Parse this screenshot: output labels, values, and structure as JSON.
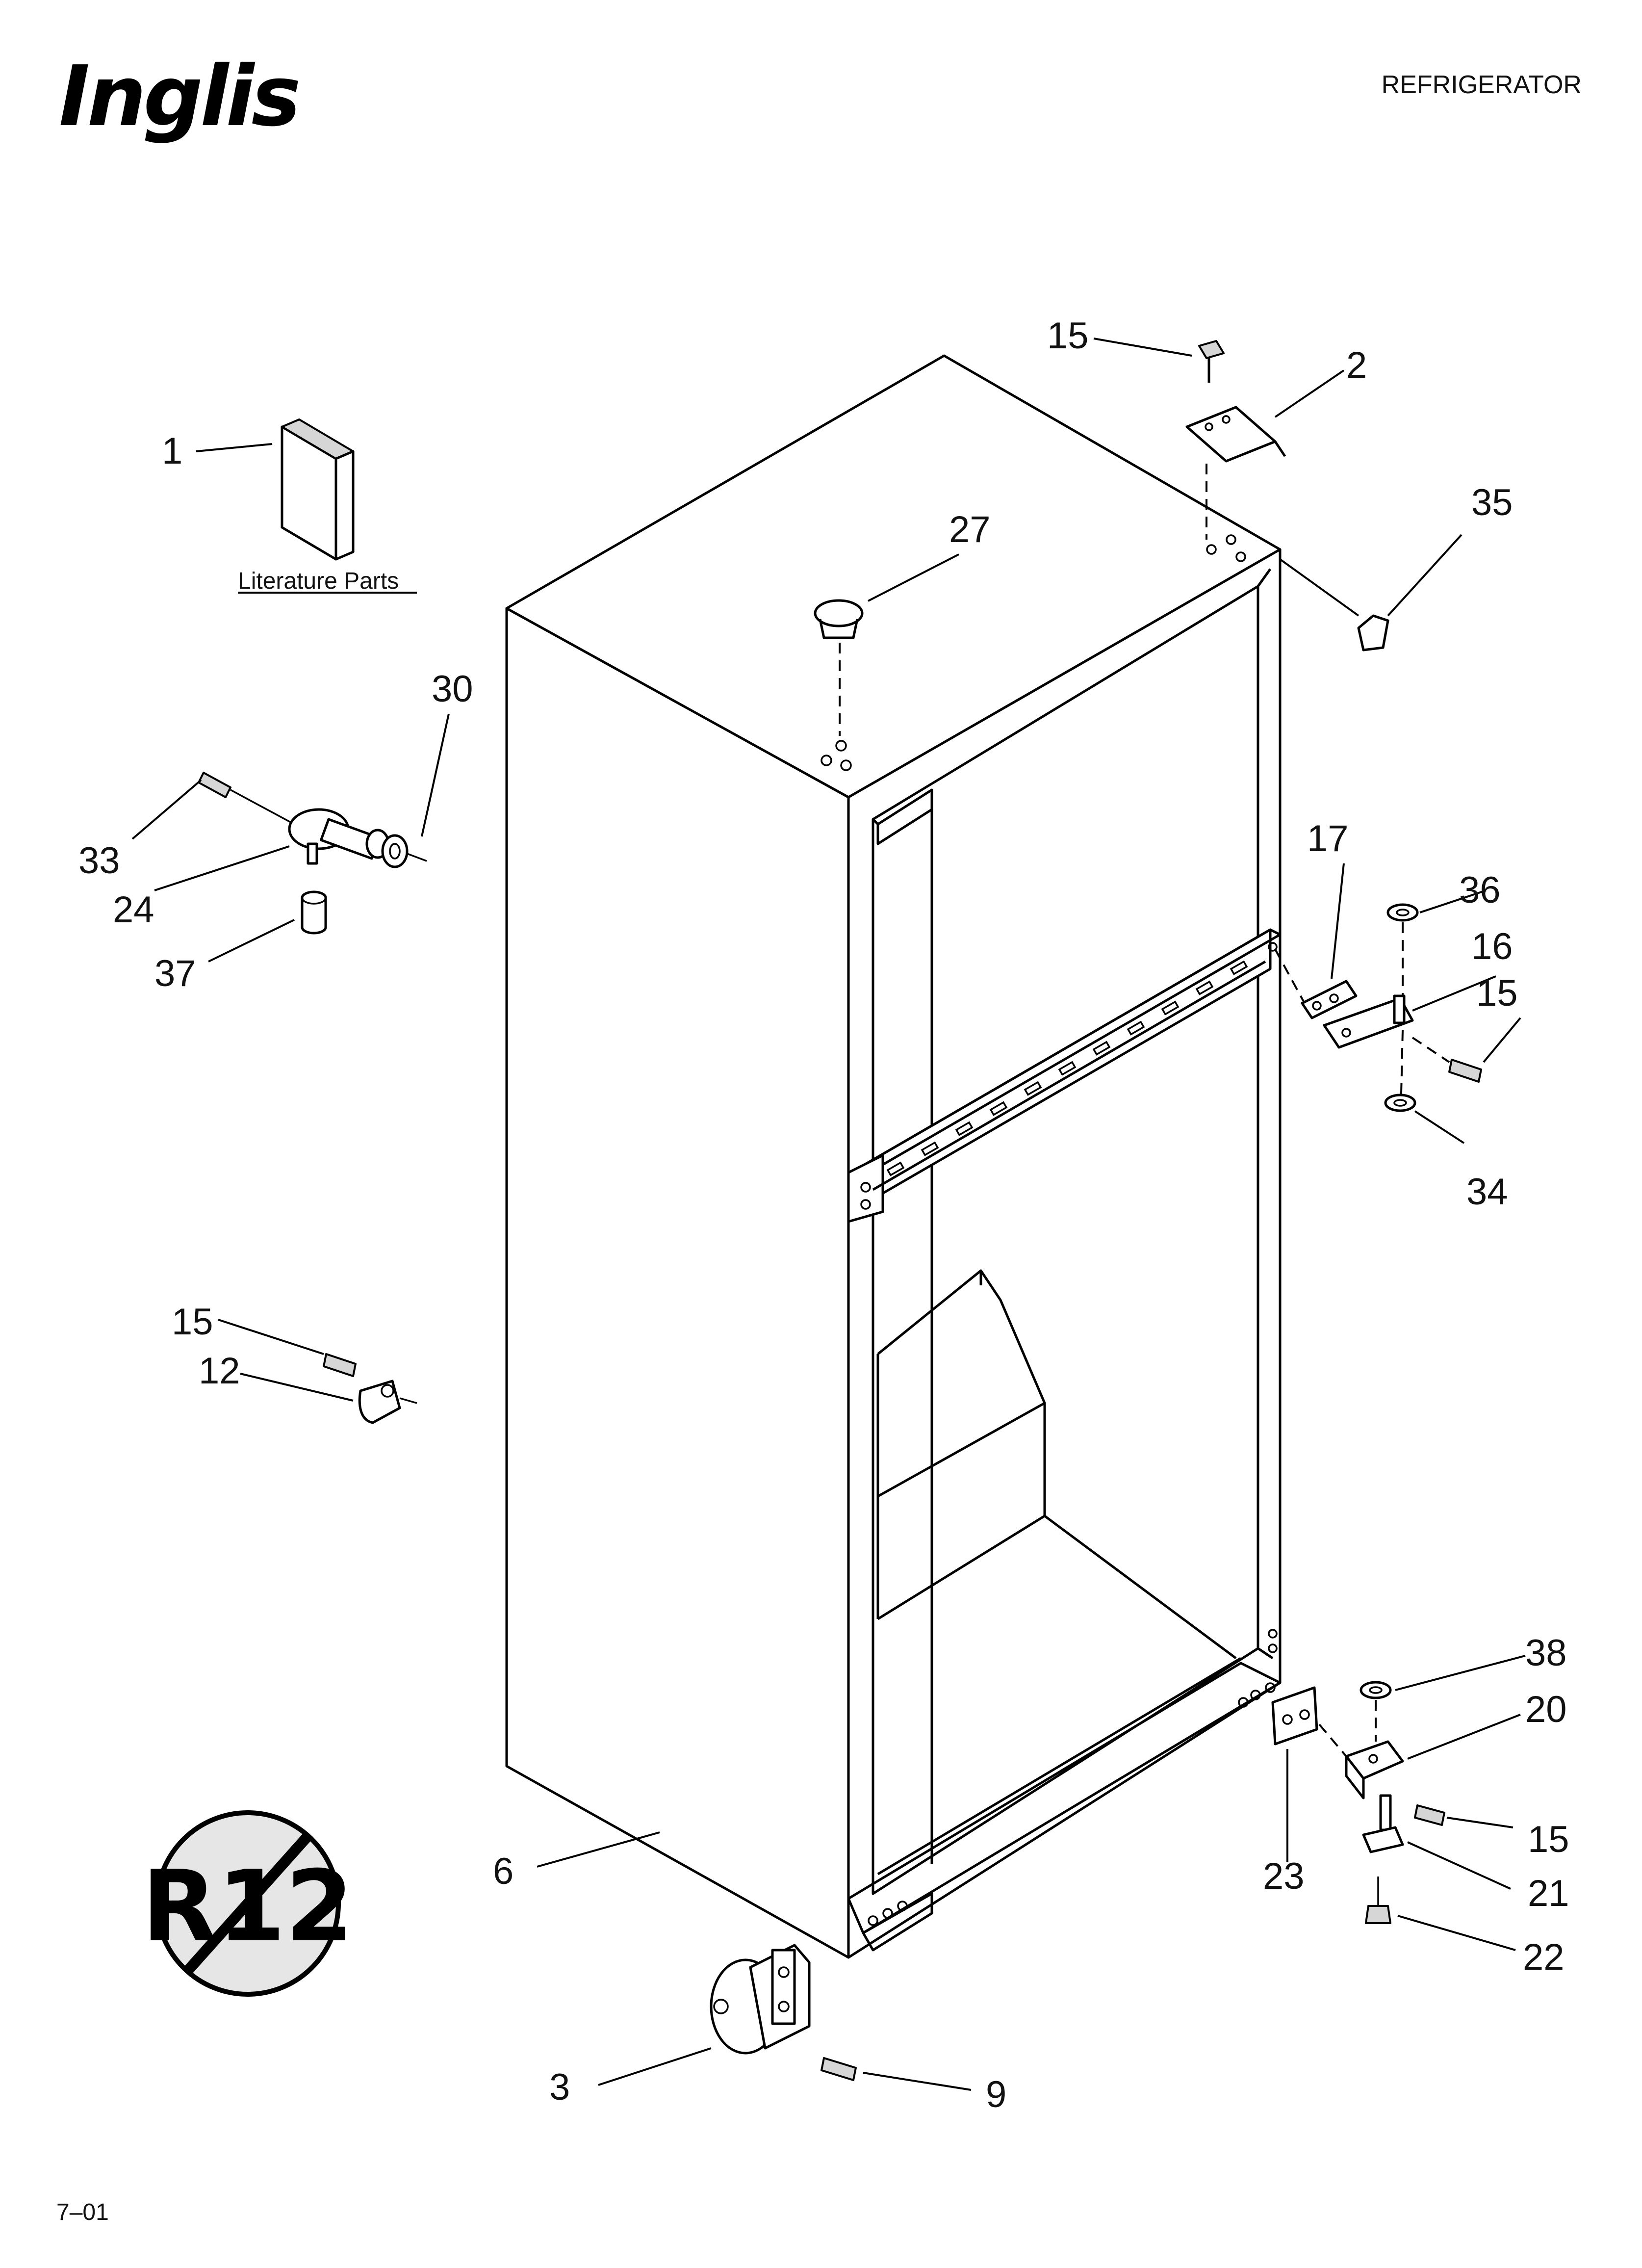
{
  "header": {
    "brand": "Inglis",
    "section": "REFRIGERATOR"
  },
  "literature_caption": "Literature Parts",
  "callouts": {
    "c1": "1",
    "c2": "2",
    "c3": "3",
    "c6": "6",
    "c9": "9",
    "c12": "12",
    "c15a": "15",
    "c15b": "15",
    "c15c": "15",
    "c15d": "15",
    "c16": "16",
    "c17": "17",
    "c20": "20",
    "c21": "21",
    "c22": "22",
    "c23": "23",
    "c24": "24",
    "c27": "27",
    "c30": "30",
    "c33": "33",
    "c34": "34",
    "c35": "35",
    "c36": "36",
    "c37": "37",
    "c38": "38"
  },
  "badge_text": "R12",
  "footer_code": "7–01"
}
